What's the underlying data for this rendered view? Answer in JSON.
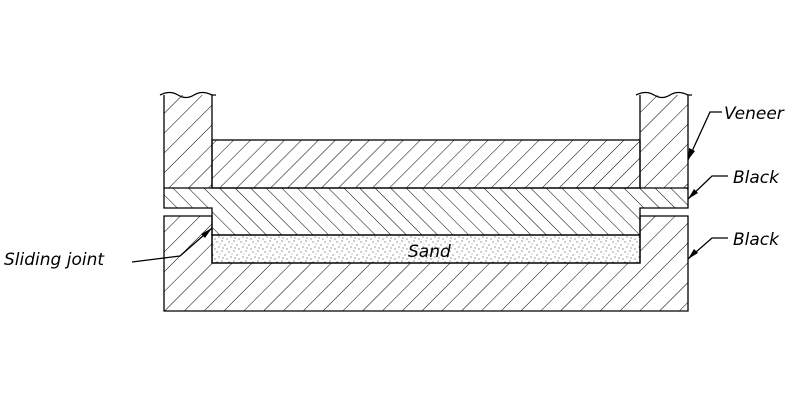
{
  "labels": {
    "veneer": "Veneer",
    "black_top": "Black",
    "black_bottom": "Black",
    "sliding_joint": "Sliding  joint",
    "sand": "Sand"
  },
  "colors": {
    "stroke": "#000000",
    "background": "#ffffff"
  }
}
